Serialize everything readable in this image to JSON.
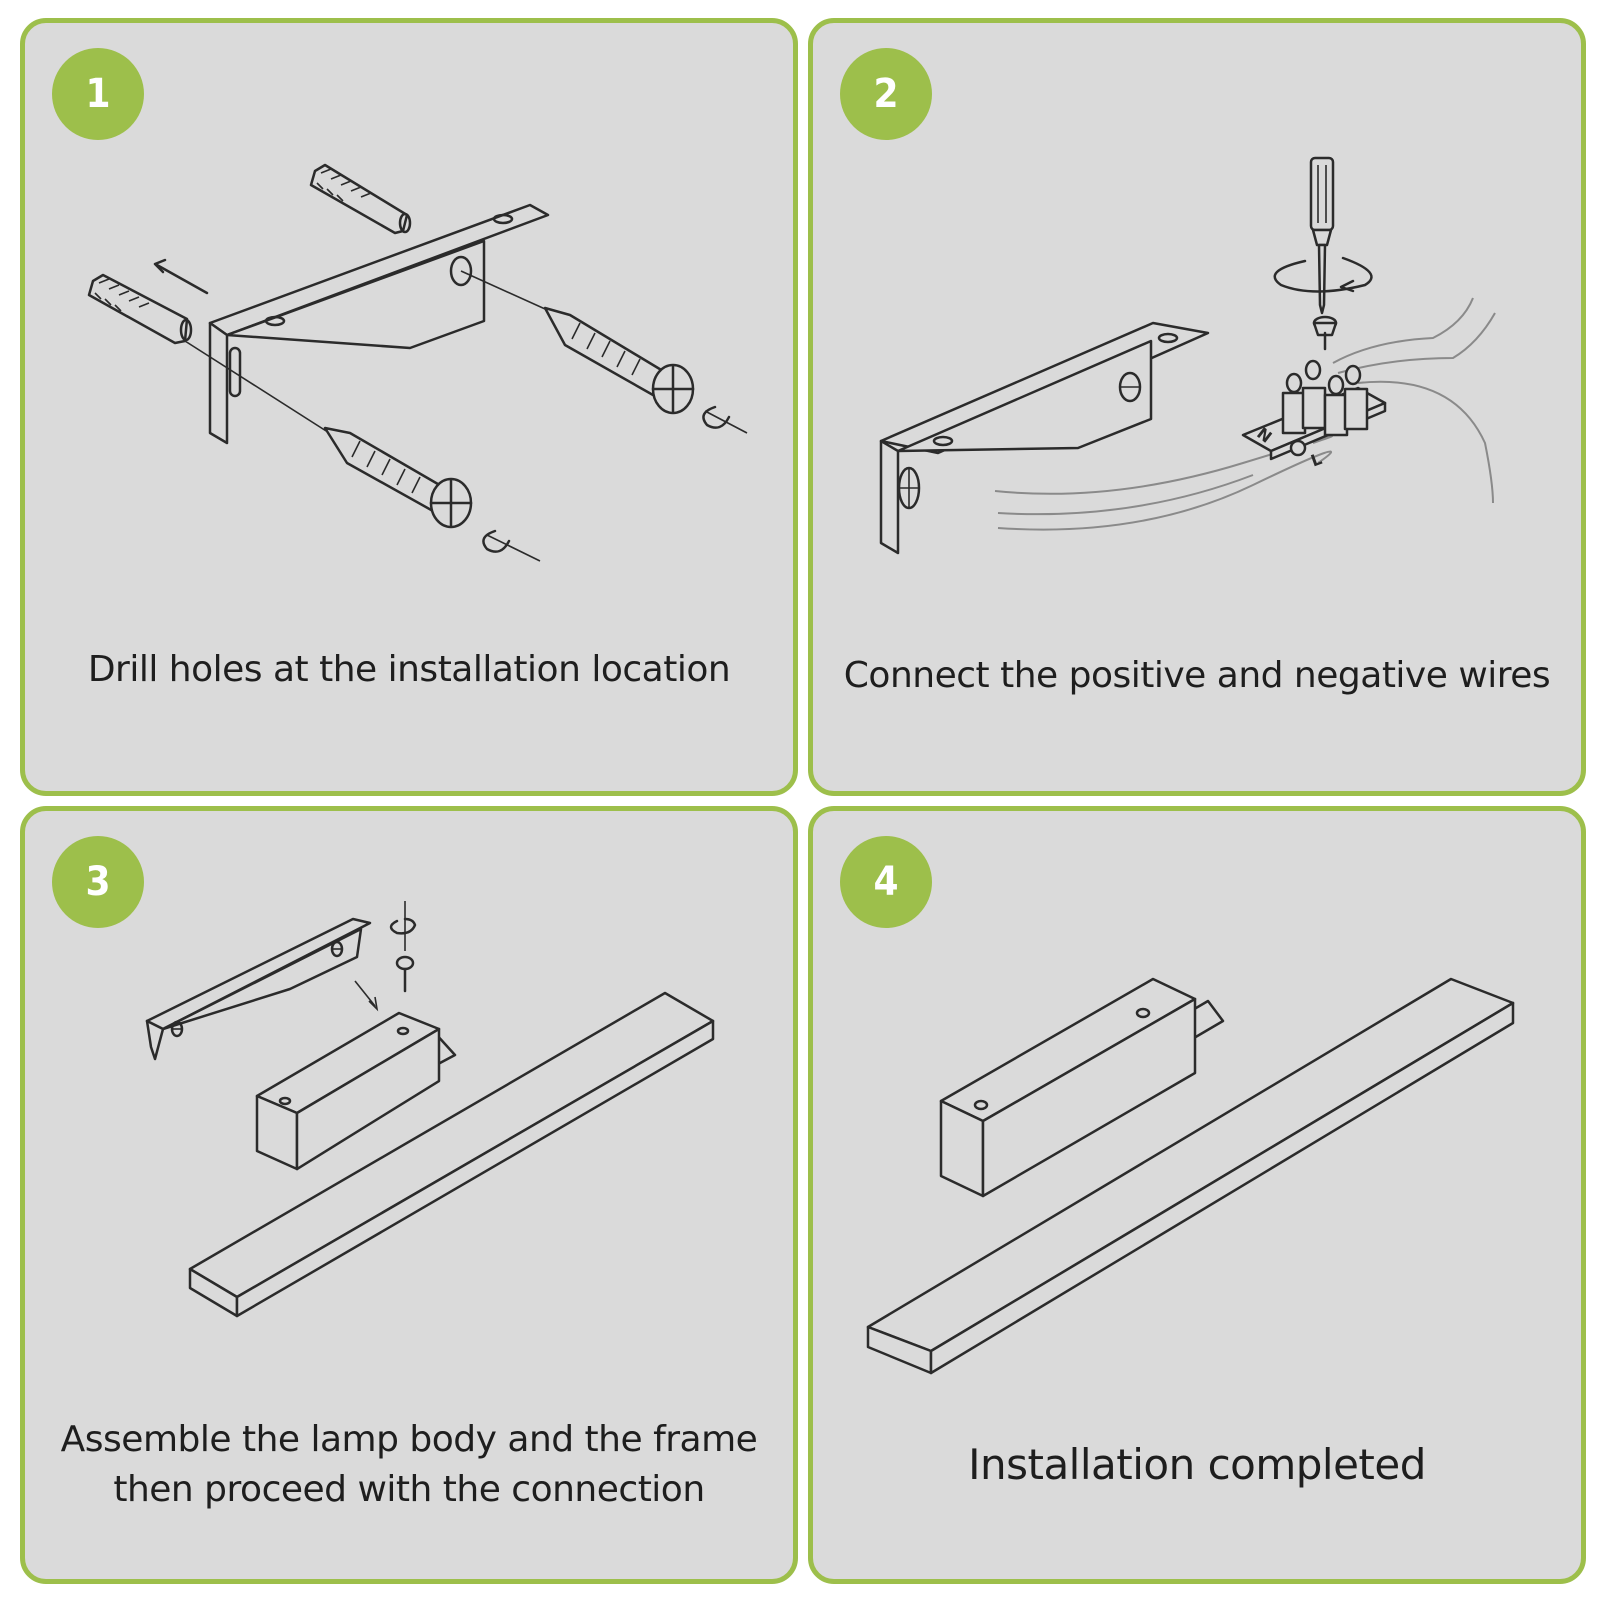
{
  "steps": [
    {
      "number": "1",
      "caption": "Drill holes at the installation location"
    },
    {
      "number": "2",
      "caption": "Connect the positive and negative wires"
    },
    {
      "number": "3",
      "caption_line1": "Assemble the lamp body and the frame",
      "caption_line2": "then proceed with the connection"
    },
    {
      "number": "4",
      "caption": "Installation completed"
    }
  ],
  "terminal_labels": {
    "neutral": "N",
    "live": "L"
  },
  "colors": {
    "accent": "#9dbf4b",
    "panel": "#dadada",
    "line": "#2b2b2b"
  }
}
